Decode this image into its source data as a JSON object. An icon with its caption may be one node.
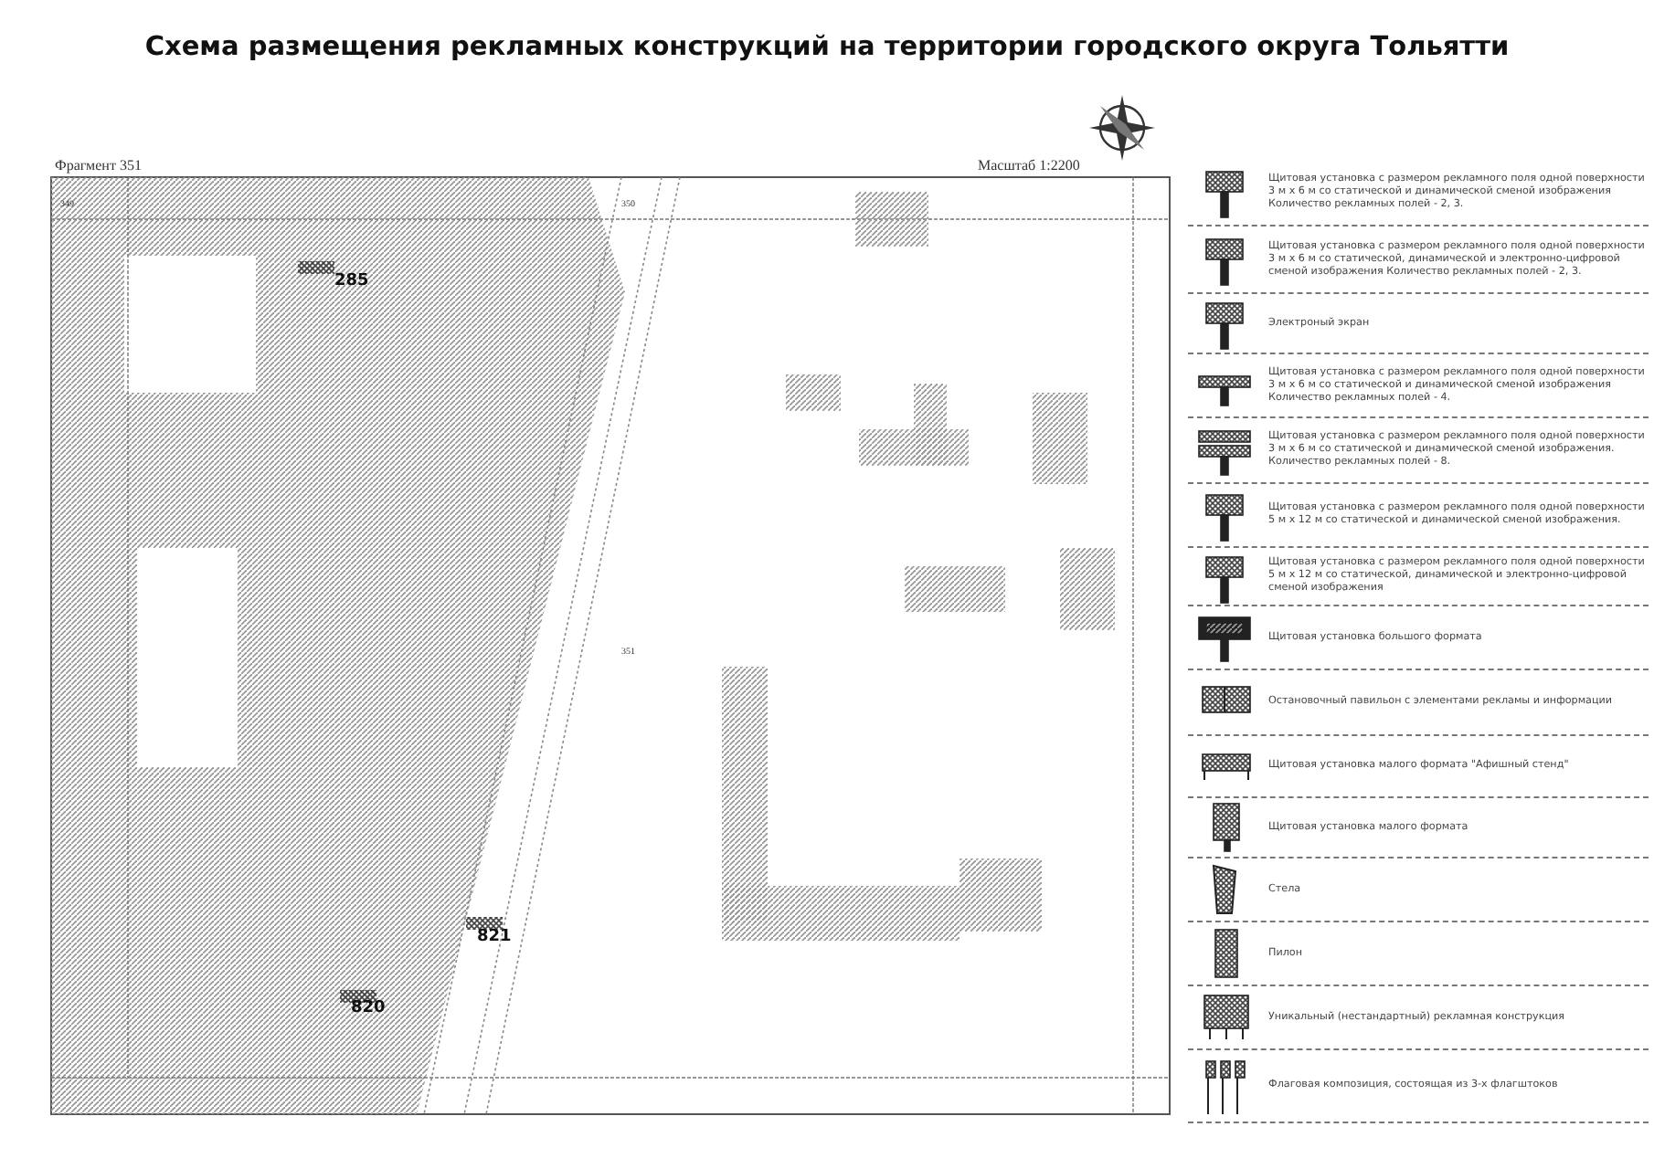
{
  "diagram": {
    "title": "Схема размещения рекламных конструкций на территории городского округа Тольятти",
    "labels": [
      "Фрагмент 351",
      "Масштаб 1:2200",
      "349",
      "350",
      "285",
      "351",
      "821",
      "820"
    ],
    "legend": [
      {
        "text": "Щитовая установка с размером рекламного поля одной поверхности 3 м х 6 м со статической и динамической сменой изображения Количество рекламных полей - 2, 3."
      },
      {
        "text": "Щитовая установка с размером рекламного поля одной поверхности 3 м х 6 м со статической, динамической и электронно-цифровой сменой изображения Количество рекламных полей - 2, 3."
      },
      {
        "text": "Электроный экран"
      },
      {
        "text": "Щитовая установка с размером рекламного поля одной поверхности 3 м х 6 м со статической и динамической сменой изображения Количество рекламных полей - 4."
      },
      {
        "text": "Щитовая установка с размером рекламного поля одной поверхности 3 м х 6 м со статической и динамической сменой изображения. Количество рекламных полей - 8."
      },
      {
        "text": "Щитовая установка с размером рекламного поля одной поверхности 5 м х 12 м со статической и динамической сменой изображения."
      },
      {
        "text": "Щитовая установка с размером рекламного поля одной поверхности 5 м х 12 м со статической, динамической и электронно-цифровой сменой изображения"
      },
      {
        "text": "Щитовая установка большого формата"
      },
      {
        "text": "Остановочный павильон с элементами рекламы и информации"
      },
      {
        "text": "Щитовая установка малого формата \"Афишный стенд\""
      },
      {
        "text": "Щитовая установка малого формата"
      },
      {
        "text": "Стела"
      },
      {
        "text": "Пилон"
      },
      {
        "text": "Уникальный (нестандартный) рекламная конструкция"
      },
      {
        "text": "Флаговая композиция, состоящая из 3-х флагштоков"
      }
    ]
  }
}
